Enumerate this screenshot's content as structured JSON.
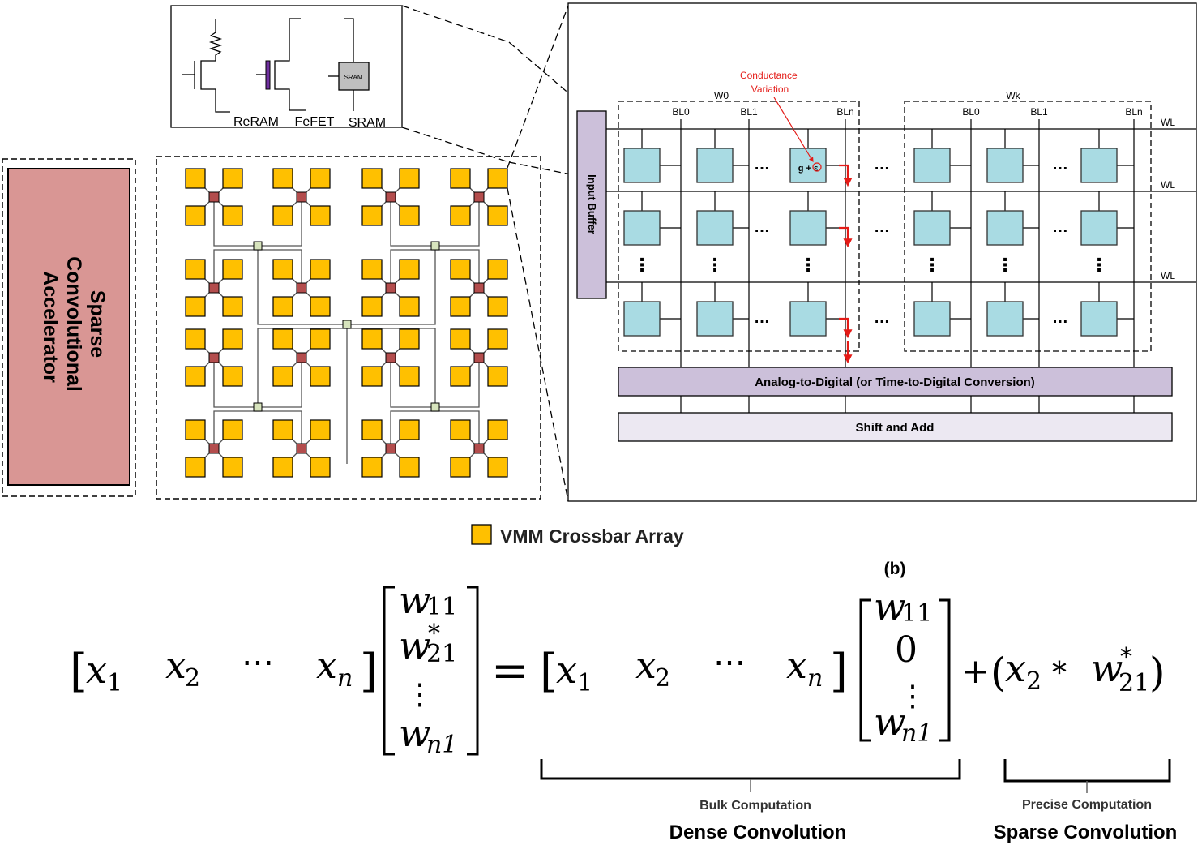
{
  "accelerator": {
    "label_lines": [
      "Sparse",
      "Convolutional",
      "Accelerator"
    ]
  },
  "devices": {
    "reram": "ReRAM",
    "fefet": "FeFET",
    "sram": "SRAM",
    "sram_box": "SRAM"
  },
  "crossbar": {
    "groups": [
      "W0",
      "Wk"
    ],
    "bitlines": [
      "BL0",
      "BL1",
      "BLn"
    ],
    "wordline": "WL",
    "input_buffer": "Input Buffer",
    "cell_label": "g + ε",
    "annotation_lines": [
      "Conductance",
      "Variation"
    ],
    "adc": "Analog-to-Digital (or Time-to-Digital Conversion)",
    "shift_add": "Shift and Add",
    "ellipsis": "…",
    "vdots": "⋮"
  },
  "legend": {
    "label": "VMM Crossbar Array"
  },
  "panel_label": "(b)",
  "equation": {
    "x1": "x",
    "x1_sub": "1",
    "x2": "x",
    "x2_sub": "2",
    "xn": "x",
    "xn_sub": "n",
    "cdots": "⋯",
    "w11": "w",
    "w11_sub": "11",
    "w21": "w",
    "w21_sub": "21",
    "star": "*",
    "wn1": "w",
    "wn1_sub": "n1",
    "vdots": "⋮",
    "zero": "0",
    "equals": "=",
    "plus": "+",
    "times": "*",
    "lparen": "(",
    "rparen": ")",
    "lbracket": "[",
    "rbracket": "]"
  },
  "braces": {
    "bulk": "Bulk Computation",
    "dense": "Dense Convolution",
    "precise": "Precise  Computation",
    "sparse": "Sparse Convolution"
  },
  "colors": {
    "accelerator_fill": "#d99694",
    "tile": "#ffc000",
    "router": "#b34d4d",
    "node": "#d7e4bd",
    "cell": "#a9dbe3",
    "purple": "#ccc0da",
    "shift_fill": "#ece8f2",
    "red": "#e41b17"
  }
}
